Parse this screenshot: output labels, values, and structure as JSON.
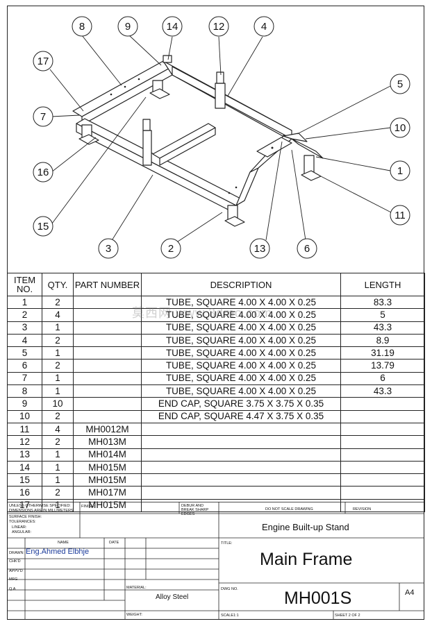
{
  "balloons": [
    {
      "n": "8"
    },
    {
      "n": "9"
    },
    {
      "n": "14"
    },
    {
      "n": "12"
    },
    {
      "n": "4"
    },
    {
      "n": "17"
    },
    {
      "n": "7"
    },
    {
      "n": "16"
    },
    {
      "n": "15"
    },
    {
      "n": "3"
    },
    {
      "n": "2"
    },
    {
      "n": "13"
    },
    {
      "n": "6"
    },
    {
      "n": "5"
    },
    {
      "n": "10"
    },
    {
      "n": "1"
    },
    {
      "n": "11"
    }
  ],
  "bom": {
    "headers": {
      "item": "ITEM NO.",
      "qty": "QTY.",
      "part": "PART NUMBER",
      "desc": "DESCRIPTION",
      "length": "LENGTH"
    },
    "rows": [
      {
        "item": "1",
        "qty": "2",
        "part": "",
        "desc": "TUBE, SQUARE 4.00 X 4.00 X 0.25",
        "length": "83.3"
      },
      {
        "item": "2",
        "qty": "4",
        "part": "",
        "desc": "TUBE, SQUARE 4.00 X 4.00 X 0.25",
        "length": "5"
      },
      {
        "item": "3",
        "qty": "1",
        "part": "",
        "desc": "TUBE, SQUARE 4.00 X 4.00 X 0.25",
        "length": "43.3"
      },
      {
        "item": "4",
        "qty": "2",
        "part": "",
        "desc": "TUBE, SQUARE 4.00 X 4.00 X 0.25",
        "length": "8.9"
      },
      {
        "item": "5",
        "qty": "1",
        "part": "",
        "desc": "TUBE, SQUARE 4.00 X 4.00 X 0.25",
        "length": "31.19"
      },
      {
        "item": "6",
        "qty": "2",
        "part": "",
        "desc": "TUBE, SQUARE 4.00 X 4.00 X 0.25",
        "length": "13.79"
      },
      {
        "item": "7",
        "qty": "1",
        "part": "",
        "desc": "TUBE, SQUARE 4.00 X 4.00 X 0.25",
        "length": "6"
      },
      {
        "item": "8",
        "qty": "1",
        "part": "",
        "desc": "TUBE, SQUARE 4.00 X 4.00 X 0.25",
        "length": "43.3"
      },
      {
        "item": "9",
        "qty": "10",
        "part": "",
        "desc": "END CAP, SQUARE  3.75 X 3.75 X 0.35",
        "length": ""
      },
      {
        "item": "10",
        "qty": "2",
        "part": "",
        "desc": "END CAP, SQUARE  4.47 X 3.75 X 0.35",
        "length": ""
      },
      {
        "item": "11",
        "qty": "4",
        "part": "MH0012M",
        "desc": "",
        "length": ""
      },
      {
        "item": "12",
        "qty": "2",
        "part": "MH013M",
        "desc": "",
        "length": ""
      },
      {
        "item": "13",
        "qty": "1",
        "part": "MH014M",
        "desc": "",
        "length": ""
      },
      {
        "item": "14",
        "qty": "1",
        "part": "MH015M",
        "desc": "",
        "length": ""
      },
      {
        "item": "15",
        "qty": "1",
        "part": "MH015M",
        "desc": "",
        "length": ""
      },
      {
        "item": "16",
        "qty": "2",
        "part": "MH017M",
        "desc": "",
        "length": ""
      },
      {
        "item": "17",
        "qty": "1",
        "part": "MH015M",
        "desc": "",
        "length": ""
      }
    ]
  },
  "watermark": "莫西网 www.3dmo.com",
  "title_block": {
    "unless": "UNLESS OTHERWISE SPECIFIED:",
    "dims": "DIMENSIONS ARE IN MILLIMETERS",
    "surface": "SURFACE FINISH:",
    "tolerances": "TOLERANCES:",
    "linear": "LINEAR:",
    "angular": "ANGULAR:",
    "finish": "FINISH:",
    "deburr": "DEBUR AND BREAK SHARP EDGES",
    "noscale": "DO NOT SCALE DRAWING",
    "revision": "REVISION",
    "name_hdr": "NAME",
    "date_hdr": "DATE",
    "drawn": "DRAWN",
    "drawn_name": "Eng.Ahmed Elbhje",
    "chkd": "CHK'D",
    "appvd": "APPV'D",
    "mfg": "MFG",
    "qa": "Q.A",
    "material_label": "MATERIAL:",
    "material": "Alloy Steel",
    "weight": "WEIGHT:",
    "project": "Engine Built-up Stand",
    "title_label": "TITLE:",
    "title": "Main Frame",
    "dwg_label": "DWG NO.",
    "dwg_no": "MH001S",
    "size": "A4",
    "scale": "SCALE1:1",
    "sheet": "SHEET 2 OF 2"
  }
}
